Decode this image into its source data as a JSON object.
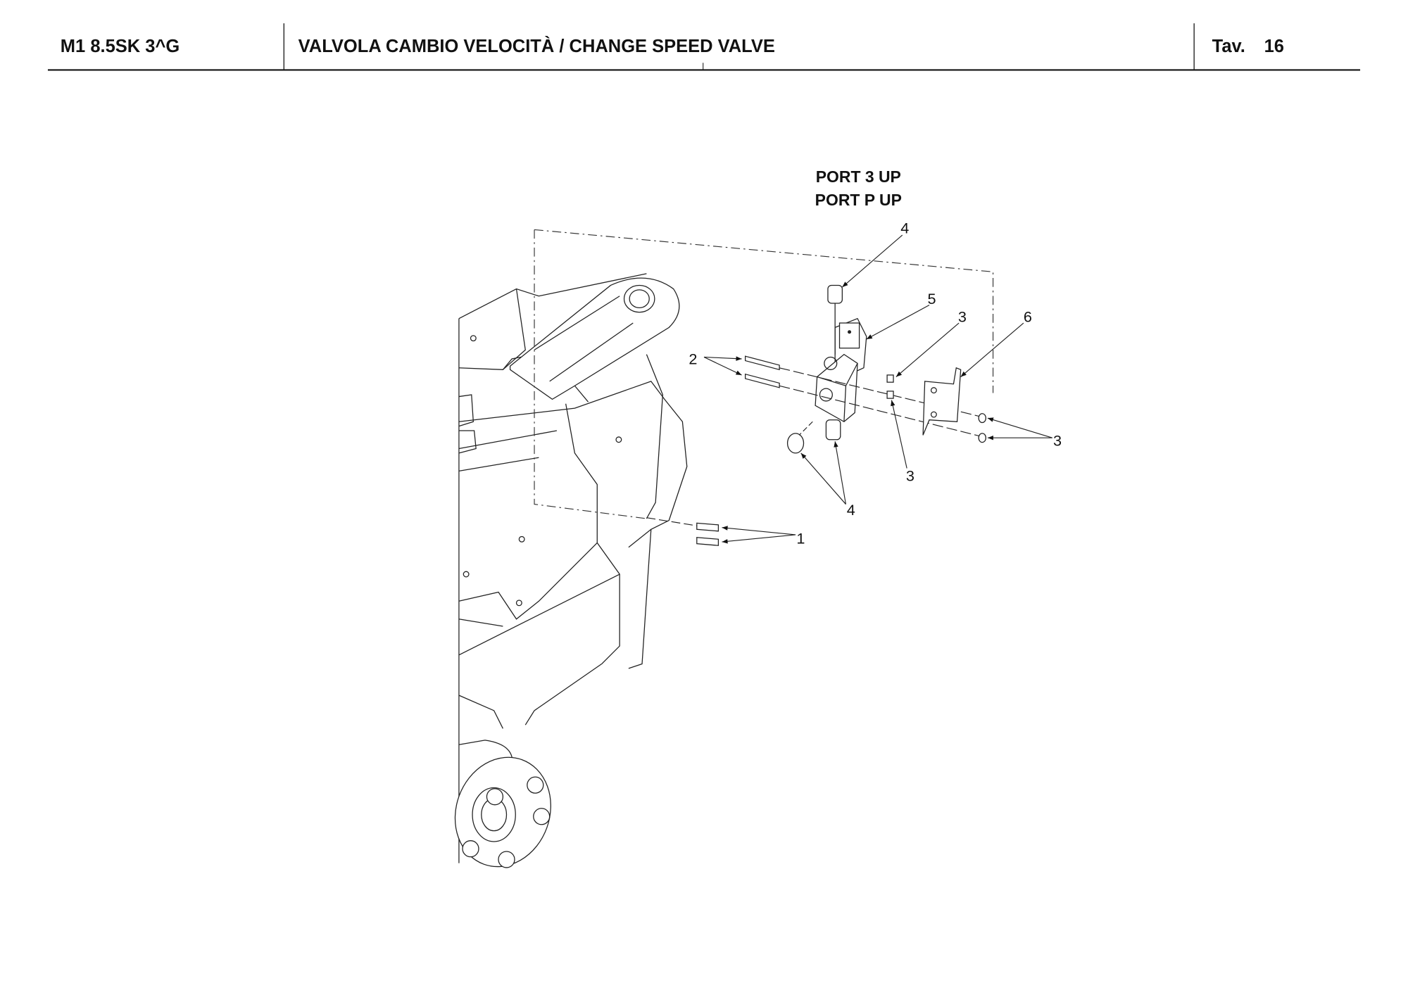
{
  "header": {
    "model": "M1 8.5SK 3^G",
    "title": "VALVOLA CAMBIO VELOCITÀ / CHANGE SPEED VALVE",
    "table_label": "Tav.",
    "table_number": "16"
  },
  "drawing": {
    "notes": [
      "PORT 3 UP",
      "PORT P UP"
    ],
    "callouts": {
      "c4_top": "4",
      "c5": "5",
      "c3_top": "3",
      "c6": "6",
      "c2": "2",
      "c3_right": "3",
      "c3_bottom": "3",
      "c4_bottom": "4",
      "c1": "1"
    }
  }
}
